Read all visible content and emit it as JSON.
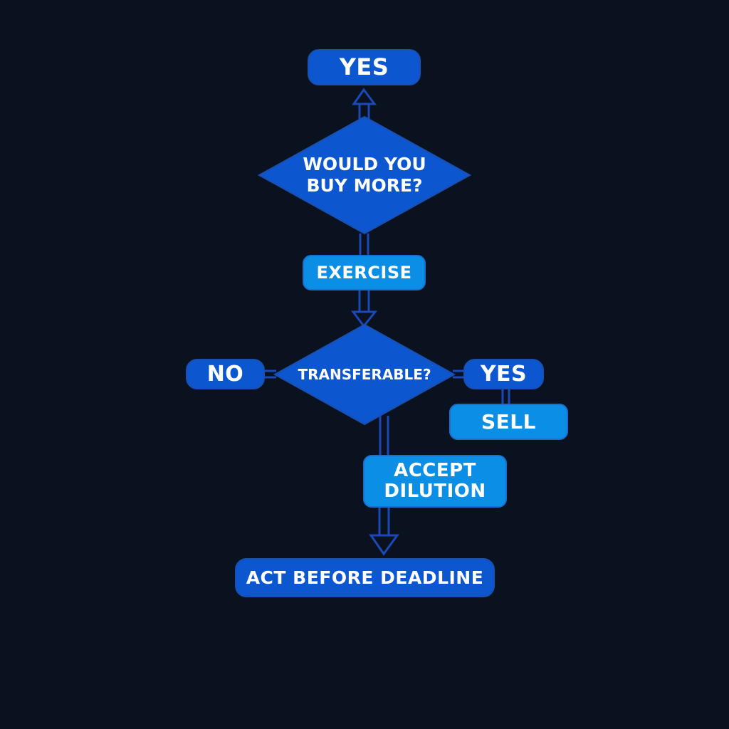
{
  "nodes": {
    "top_yes": "YES",
    "decision_buy_more": "WOULD YOU\nBUY MORE?",
    "exercise": "EXERCISE",
    "decision_transferable": "TRANSFERABLE?",
    "no": "NO",
    "right_yes": "YES",
    "sell": "SELL",
    "accept_dilution": "ACCEPT\nDILUTION",
    "act_before_deadline": "ACT BEFORE DEADLINE"
  },
  "colors": {
    "background": "#0a1220",
    "decision_fill": "#0c56cf",
    "action_fill": "#0b8fe6",
    "connector": "#1c48b8"
  }
}
